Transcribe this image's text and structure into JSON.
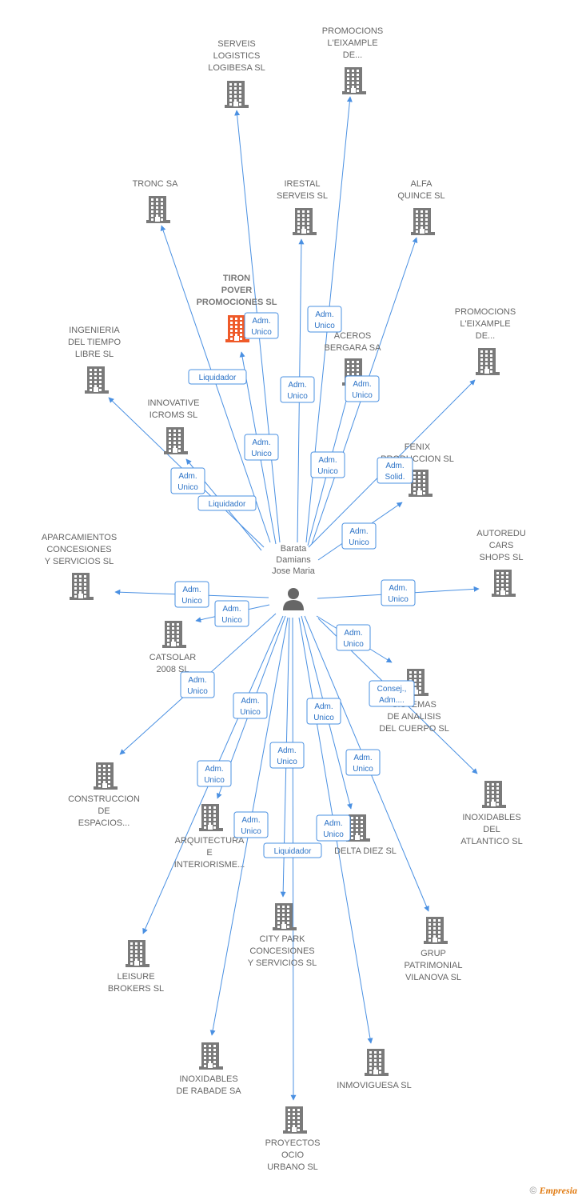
{
  "colors": {
    "edge": "#4a90e2",
    "building": "#7a7a7a",
    "building_highlight": "#ef5a29",
    "person": "#666666"
  },
  "center": {
    "label": [
      "Barata",
      "Damians",
      "Jose Maria"
    ],
    "icon": "person-icon"
  },
  "companies": [
    {
      "id": "serveis-logistics",
      "label": [
        "SERVEIS",
        "LOGISTICS",
        "LOGIBESA SL"
      ]
    },
    {
      "id": "promocions-1",
      "label": [
        "PROMOCIONS",
        "L'EIXAMPLE",
        "DE..."
      ]
    },
    {
      "id": "tronc",
      "label": [
        "TRONC SA"
      ]
    },
    {
      "id": "irestal",
      "label": [
        "IRESTAL",
        "SERVEIS SL"
      ]
    },
    {
      "id": "alfa-quince",
      "label": [
        "ALFA",
        "QUINCE SL"
      ]
    },
    {
      "id": "tiron-pover",
      "label": [
        "TIRON",
        "POVER",
        "PROMOCIONES SL"
      ],
      "highlight": true
    },
    {
      "id": "aceros-bergara",
      "label": [
        "ACEROS",
        "BERGARA SA"
      ]
    },
    {
      "id": "promocions-2",
      "label": [
        "PROMOCIONS",
        "L'EIXAMPLE",
        "DE..."
      ]
    },
    {
      "id": "ingenieria",
      "label": [
        "INGENIERIA",
        "DEL TIEMPO",
        "LIBRE SL"
      ]
    },
    {
      "id": "innovative",
      "label": [
        "INNOVATIVE",
        "ICROMS SL"
      ]
    },
    {
      "id": "fenix",
      "label": [
        "FENIX",
        "PRODUCCION SL"
      ]
    },
    {
      "id": "aparcamientos",
      "label": [
        "APARCAMIENTOS",
        "CONCESIONES",
        "Y SERVICIOS SL"
      ]
    },
    {
      "id": "autoredu",
      "label": [
        "AUTOREDU",
        "CARS",
        "SHOPS SL"
      ]
    },
    {
      "id": "catsolar",
      "label": [
        "CATSOLAR",
        "2008 SL"
      ]
    },
    {
      "id": "sistemas",
      "label": [
        "SISTEMAS",
        "DE ANALISIS",
        "DEL CUERPO SL"
      ]
    },
    {
      "id": "construccion",
      "label": [
        "CONSTRUCCION",
        "DE",
        "ESPACIOS..."
      ]
    },
    {
      "id": "inoxidables-atlantico",
      "label": [
        "INOXIDABLES",
        "DEL",
        "ATLANTICO SL"
      ]
    },
    {
      "id": "arquitectura",
      "label": [
        "ARQUITECTURA",
        "E",
        "INTERIORISME..."
      ]
    },
    {
      "id": "delta-diez",
      "label": [
        "DELTA DIEZ SL"
      ]
    },
    {
      "id": "city-park",
      "label": [
        "CITY PARK",
        "CONCESIONES",
        "Y SERVICIOS SL"
      ]
    },
    {
      "id": "grup-patrimonial",
      "label": [
        "GRUP",
        "PATRIMONIAL",
        "VILANOVA SL"
      ]
    },
    {
      "id": "leisure",
      "label": [
        "LEISURE",
        "BROKERS SL"
      ]
    },
    {
      "id": "inoxidables-rabade",
      "label": [
        "INOXIDABLES",
        "DE RABADE SA"
      ]
    },
    {
      "id": "inmoviguesa",
      "label": [
        "INMOVIGUESA SL"
      ]
    },
    {
      "id": "proyectos-ocio",
      "label": [
        "PROYECTOS",
        "OCIO",
        "URBANO SL"
      ]
    }
  ],
  "roles": [
    {
      "target": "serveis-logistics",
      "label": [
        "Adm.",
        "Unico"
      ]
    },
    {
      "target": "promocions-1",
      "label": [
        "Adm.",
        "Unico"
      ]
    },
    {
      "target": "tronc",
      "label": [
        "Liquidador"
      ]
    },
    {
      "target": "irestal",
      "label": [
        "Adm.",
        "Unico"
      ]
    },
    {
      "target": "alfa-quince",
      "label": [
        "Adm.",
        "Unico"
      ]
    },
    {
      "target": "tiron-pover",
      "label": [
        "Adm.",
        "Unico"
      ]
    },
    {
      "target": "aceros-bergara",
      "label": [
        "Adm.",
        "Unico"
      ]
    },
    {
      "target": "promocions-2",
      "label": [
        "Adm.",
        "Solid."
      ]
    },
    {
      "target": "ingenieria",
      "label": [
        "Liquidador"
      ]
    },
    {
      "target": "innovative",
      "label": [
        "Adm.",
        "Unico"
      ]
    },
    {
      "target": "fenix",
      "label": [
        "Adm.",
        "Unico"
      ]
    },
    {
      "target": "aparcamientos",
      "label": [
        "Adm.",
        "Unico"
      ]
    },
    {
      "target": "autoredu",
      "label": [
        "Adm.",
        "Unico"
      ]
    },
    {
      "target": "catsolar",
      "label": [
        "Adm.",
        "Unico"
      ]
    },
    {
      "target": "sistemas",
      "label": [
        "Adm.",
        "Unico"
      ]
    },
    {
      "target": "inoxidables-atlantico",
      "label": [
        "Consej.,",
        "Adm...."
      ]
    },
    {
      "target": "construccion",
      "label": [
        "Adm.",
        "Unico"
      ]
    },
    {
      "target": "arquitectura",
      "label": [
        "Adm.",
        "Unico"
      ]
    },
    {
      "target": "delta-diez",
      "label": [
        "Adm.",
        "Unico"
      ]
    },
    {
      "target": "city-park",
      "label": [
        "Liquidador"
      ]
    },
    {
      "target": "grup-patrimonial",
      "label": [
        "Adm.",
        "Unico"
      ]
    },
    {
      "target": "leisure",
      "label": [
        "Adm.",
        "Unico"
      ]
    },
    {
      "target": "inoxidables-rabade",
      "label": [
        "Adm.",
        "Unico"
      ]
    },
    {
      "target": "inmoviguesa",
      "label": [
        "Adm.",
        "Unico"
      ]
    },
    {
      "target": "proyectos-ocio",
      "label": [
        "Adm.",
        "Unico"
      ]
    }
  ],
  "footer": {
    "copyright": "©",
    "brand": "Empresia"
  }
}
